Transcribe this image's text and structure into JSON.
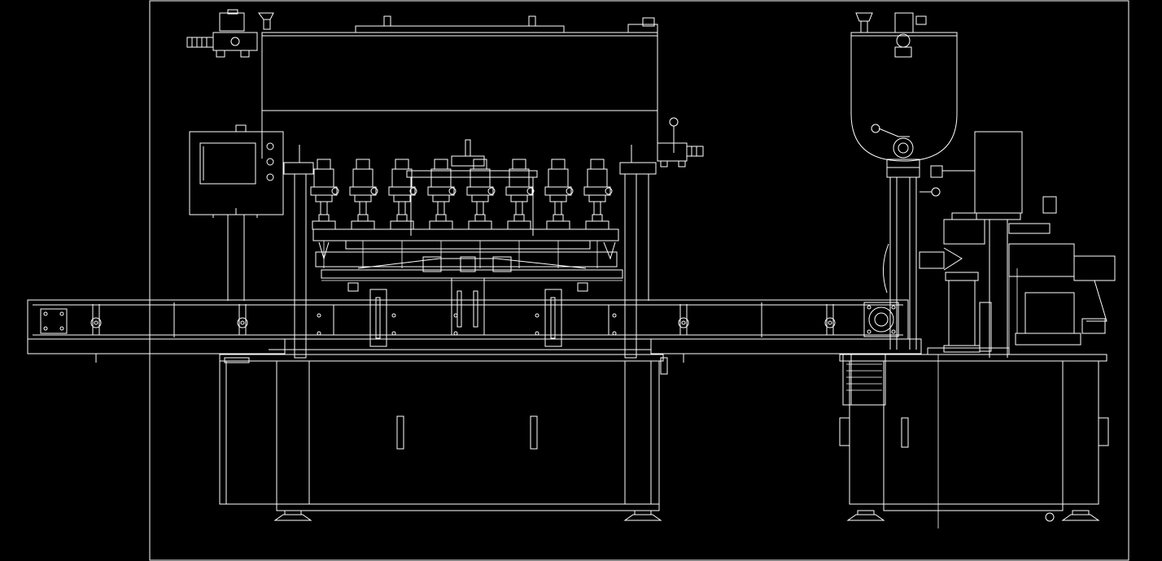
{
  "drawing": {
    "colors": {
      "background": "#000000",
      "linework": "#ffffff"
    },
    "views": [
      "front-elevation",
      "side-elevation"
    ],
    "front_view": {
      "filling_heads": 8,
      "control_panel_buttons": 3,
      "cabinet_door_handles": 2
    },
    "side_view": {
      "cabinet_door_handles": 1
    }
  }
}
